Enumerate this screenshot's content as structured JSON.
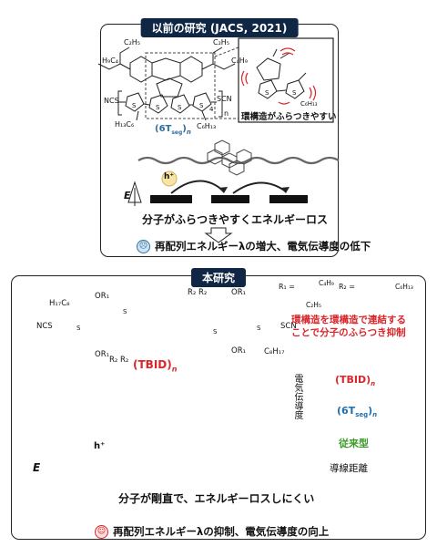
{
  "previous": {
    "header": "以前の研究 (JACS, 2021)",
    "polymer_label": "(6T",
    "polymer_sub": "seg",
    "polymer_end": ")",
    "polymer_n": "n",
    "inset_caption": "環構造がふらつきやすい",
    "h_label": "h⁺",
    "e_label": "E",
    "conclusion": "分子がふらつきやすくエネルギーロス",
    "result": "再配列エネルギーλの増大、電気伝導度の低下",
    "labels": {
      "c2h5": "C₂H₅",
      "h9c4": "H₉C₄",
      "c4h9": "C₄H₉",
      "ncs": "NCS",
      "scn": "SCN",
      "h13c6": "H₁₃C₆",
      "c6h13": "C₆H₁₃",
      "s": "S",
      "n": "n",
      "four": "4"
    }
  },
  "current": {
    "header": "本研究",
    "r1_def": "R₁ =",
    "r1_c4h9": "C₄H₉",
    "r1_c2h5": "C₂H₅",
    "r2_def": "R₂ =",
    "r2_c6h13": "C₆H₁₃",
    "idea_line1": "環構造を環構造で連結する",
    "idea_line2": "ことで分子のふらつき抑制",
    "polymer_label": "(TBID)",
    "polymer_n": "n",
    "h_label": "h⁺",
    "e_label": "E",
    "conclusion": "分子が剛直で、エネルギーロスしにくい",
    "result": "再配列エネルギーλの抑制、電気伝導度の向上",
    "labels": {
      "h17c8": "H₁₇C₈",
      "c8h17": "C₈H₁₇",
      "or1": "OR₁",
      "r2r2": "R₂ R₂",
      "ncs": "NCS",
      "scn": "SCN",
      "s": "S"
    },
    "graph": {
      "ylabel": "電気伝導度",
      "xlabel": "導線距離",
      "series_tbid": "(TBID)",
      "series_tbid_n": "n",
      "series_6t": "(6T",
      "series_6t_sub": "seg",
      "series_6t_end": ")",
      "series_6t_n": "n",
      "series_conv": "従来型"
    }
  },
  "colors": {
    "header": "#0f2744",
    "red": "#d8262a",
    "blue": "#1f6fb0",
    "green": "#3d9b2a",
    "teal": "#2f6f9a",
    "glow": "#f7c9c9"
  }
}
